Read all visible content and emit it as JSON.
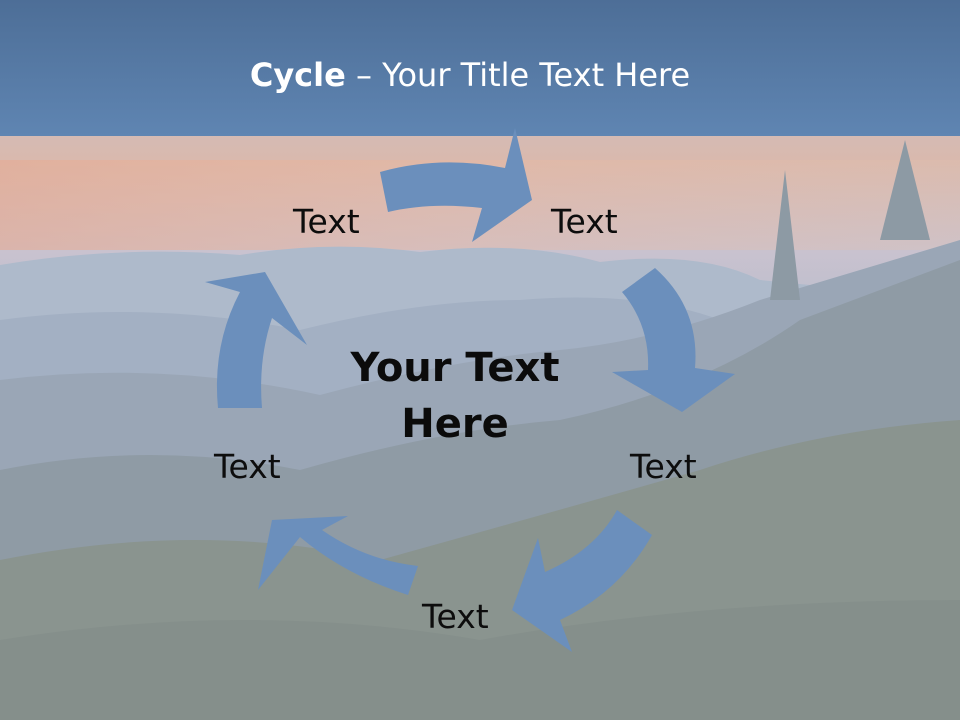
{
  "title": {
    "bold_part": "Cycle",
    "rest": " – Your Title Text Here"
  },
  "center": {
    "line1": "Your Text",
    "line2": "Here"
  },
  "nodes": [
    {
      "label": "Text"
    },
    {
      "label": "Text"
    },
    {
      "label": "Text"
    },
    {
      "label": "Text"
    },
    {
      "label": "Text"
    }
  ],
  "colors": {
    "title_bar": "#5a7fad",
    "arrow_fill": "#6b8fbc",
    "title_text": "#ffffff"
  },
  "background": "misty mountain sunset photo"
}
